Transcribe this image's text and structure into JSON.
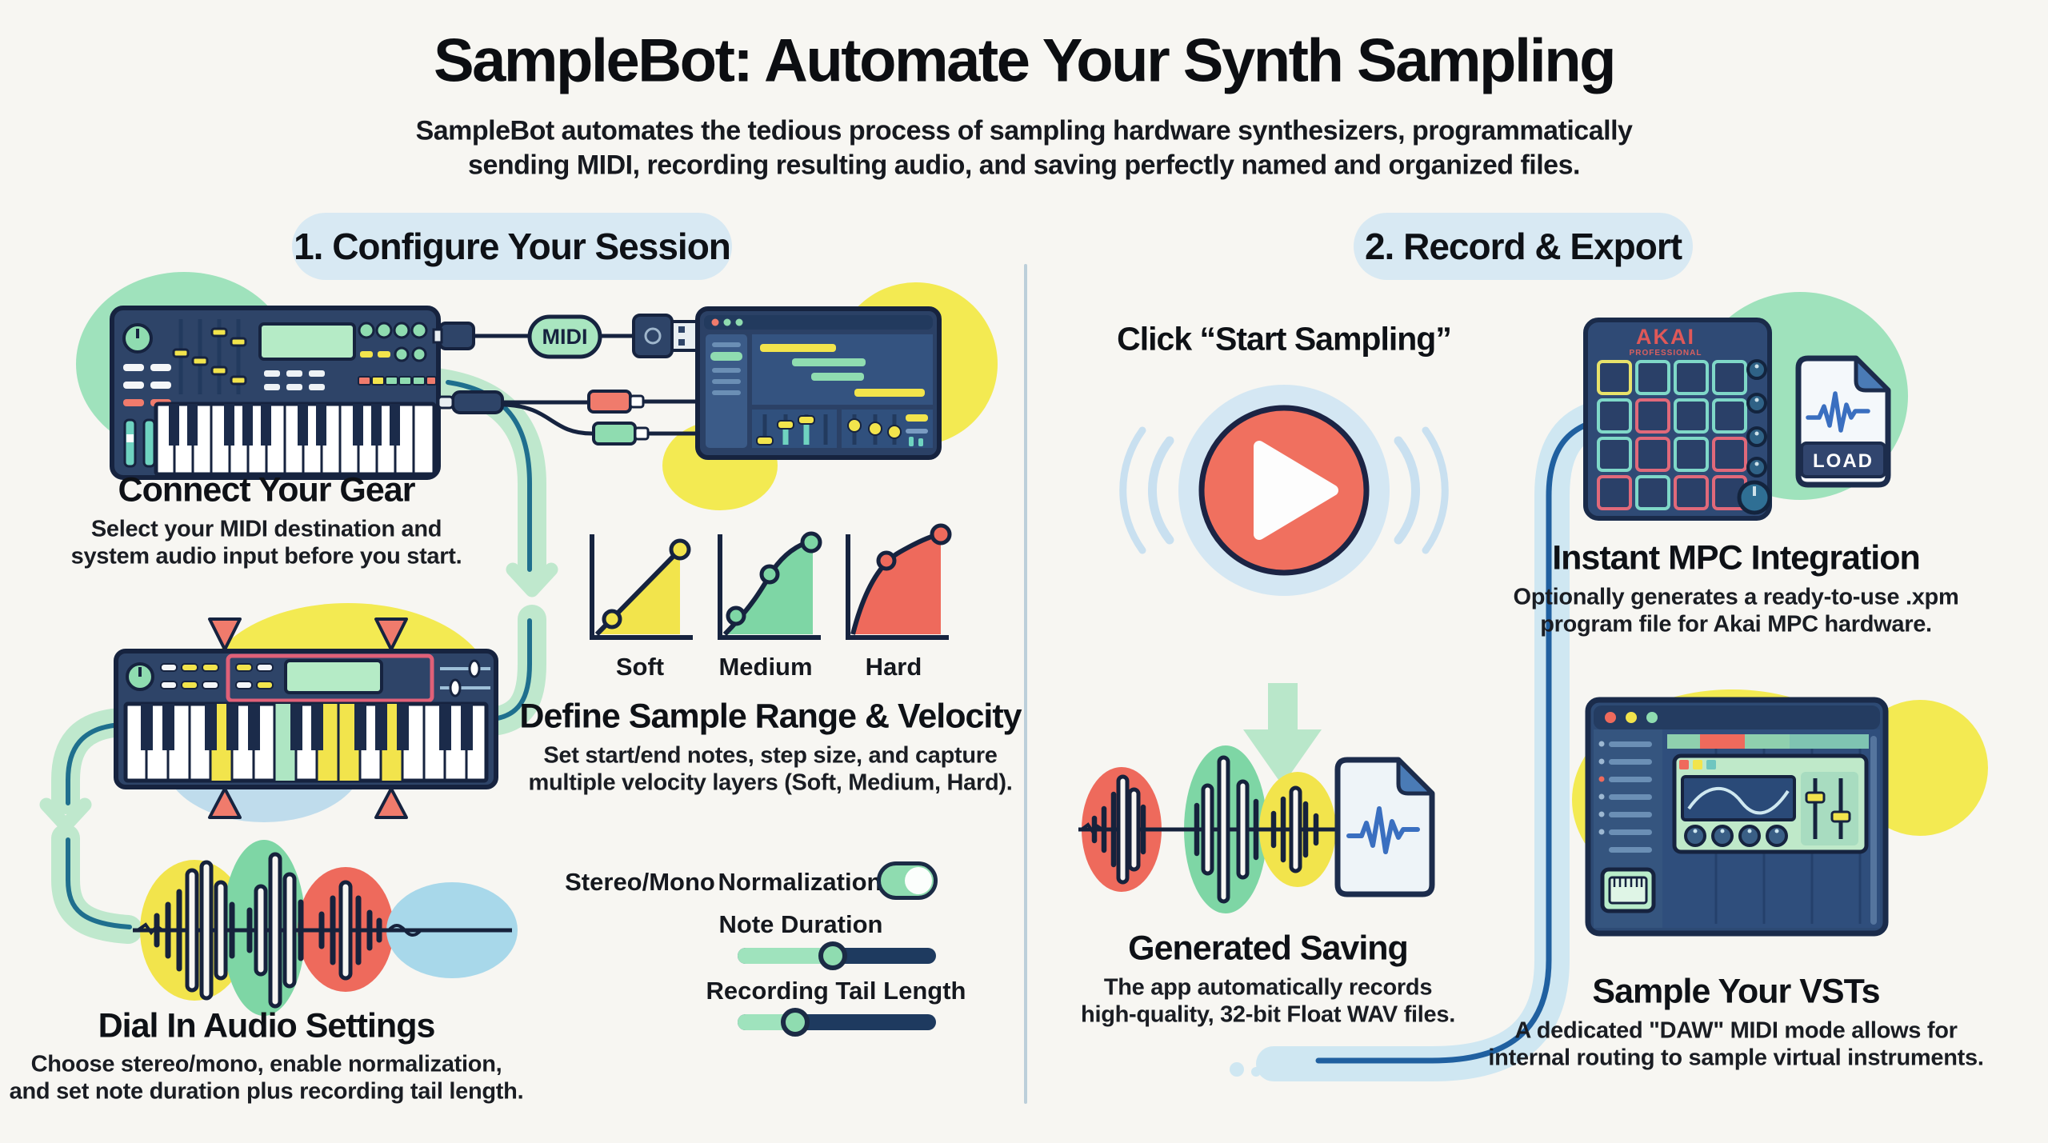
{
  "header": {
    "title": "SampleBot: Automate Your Synth Sampling",
    "subtitle1": "SampleBot automates the tedious process of sampling hardware synthesizers, programmatically",
    "subtitle2": "sending MIDI, recording resulting audio, and saving perfectly named and organized files."
  },
  "sections": {
    "one": "1. Configure Your Session",
    "two": "2. Record & Export"
  },
  "connect": {
    "title": "Connect Your Gear",
    "line1": "Select your MIDI destination and",
    "line2": "system audio input before you start.",
    "midi_label": "MIDI"
  },
  "velocity": {
    "title": "Define Sample Range & Velocity",
    "line1": "Set start/end notes, step size, and capture",
    "line2": "multiple velocity layers (Soft, Medium, Hard).",
    "soft": "Soft",
    "medium": "Medium",
    "hard": "Hard"
  },
  "audio": {
    "title": "Dial In Audio Settings",
    "line1": "Choose stereo/mono, enable normalization,",
    "line2": "and set note duration plus recording tail length.",
    "stereo_label": "Stereo/Mono",
    "normalization_label": "Normalization",
    "normalization_on": true,
    "note_duration_label": "Note Duration",
    "note_duration_pos": "48%",
    "tail_label": "Recording Tail Length",
    "tail_pos": "29%"
  },
  "record": {
    "click_title": "Click “Start Sampling”"
  },
  "saving": {
    "title": "Generated Saving",
    "line1": "The app automatically records",
    "line2": "high-quality, 32-bit Float WAV files."
  },
  "mpc": {
    "title": "Instant MPC Integration",
    "line1": "Optionally generates a ready-to-use .xpm",
    "line2": "program file for Akai MPC hardware.",
    "brand": "AKAI",
    "brand_sub": "PROFESSIONAL",
    "load_label": "LOAD"
  },
  "vst": {
    "title": "Sample Your VSTs",
    "line1": "A dedicated \"DAW\" MIDI mode allows for",
    "line2": "internal routing to sample virtual instruments."
  },
  "colors": {
    "navy": "#2e4468",
    "outline": "#16233f",
    "mint": "#8fdcb0",
    "yellow": "#f2e44c",
    "coral": "#ef6a5c",
    "tube_green": "#bfe8cd",
    "tube_blue": "#cfe7f2",
    "cable_line": "#1f6f8e",
    "section_pill": "#d8e9f3"
  },
  "chart_data": [
    {
      "type": "line",
      "title": "Soft",
      "fill_color": "#f2e44c",
      "series": [
        {
          "name": "Soft",
          "x": [
            0,
            0.2,
            1
          ],
          "y": [
            0,
            0.2,
            1
          ]
        }
      ],
      "xlabel": "",
      "ylabel": "",
      "note": "linear velocity curve, 2 points marked"
    },
    {
      "type": "line",
      "title": "Medium",
      "fill_color": "#7ed6a5",
      "series": [
        {
          "name": "Medium",
          "x": [
            0,
            0.15,
            0.5,
            1
          ],
          "y": [
            0,
            0.2,
            0.65,
            0.95
          ]
        }
      ],
      "xlabel": "",
      "ylabel": "",
      "note": "s-shaped velocity curve, 3 points marked"
    },
    {
      "type": "line",
      "title": "Hard",
      "fill_color": "#ee6a5c",
      "series": [
        {
          "name": "Hard",
          "x": [
            0,
            0.4,
            1
          ],
          "y": [
            0,
            0.75,
            1
          ]
        }
      ],
      "xlabel": "",
      "ylabel": "",
      "note": "steep velocity curve, 2 points marked"
    }
  ]
}
